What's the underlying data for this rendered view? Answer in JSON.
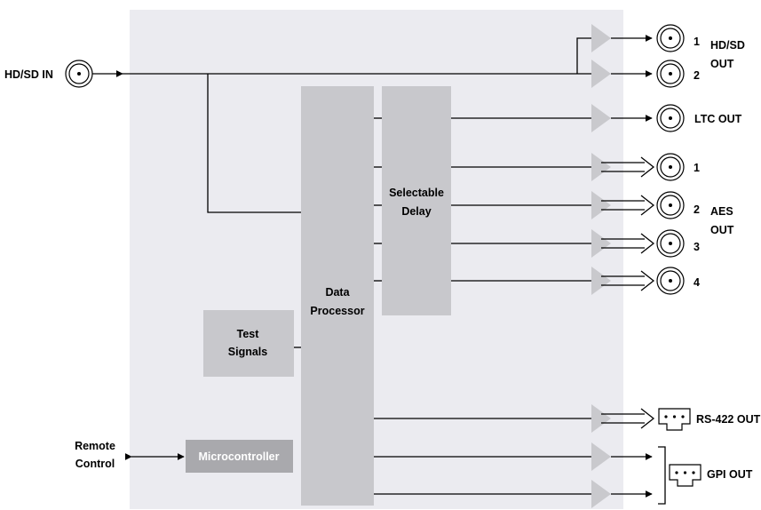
{
  "colors": {
    "panel": "#ebebf0",
    "block": "#c8c8cc",
    "block_dark": "#a9a9ad",
    "amp": "#c9c9cd",
    "line": "#000000"
  },
  "labels": {
    "input": "HD/SD IN",
    "hdsd_out_1": "1",
    "hdsd_out_2": "2",
    "hdsd_out_title_1": "HD/SD",
    "hdsd_out_title_2": "OUT",
    "ltc_out": "LTC OUT",
    "aes_1": "1",
    "aes_2": "2",
    "aes_3": "3",
    "aes_4": "4",
    "aes_title_1": "AES",
    "aes_title_2": "OUT",
    "rs422_out": "RS-422 OUT",
    "gpi_out": "GPI OUT",
    "remote_1": "Remote",
    "remote_2": "Control"
  },
  "blocks": {
    "data_processor_1": "Data",
    "data_processor_2": "Processor",
    "selectable_delay_1": "Selectable",
    "selectable_delay_2": "Delay",
    "test_signals_1": "Test",
    "test_signals_2": "Signals",
    "microcontroller": "Microcontroller"
  },
  "icons": {
    "bnc": "bnc-connector-icon",
    "amp": "amplifier-triangle-icon",
    "terminal": "terminal-block-icon"
  }
}
